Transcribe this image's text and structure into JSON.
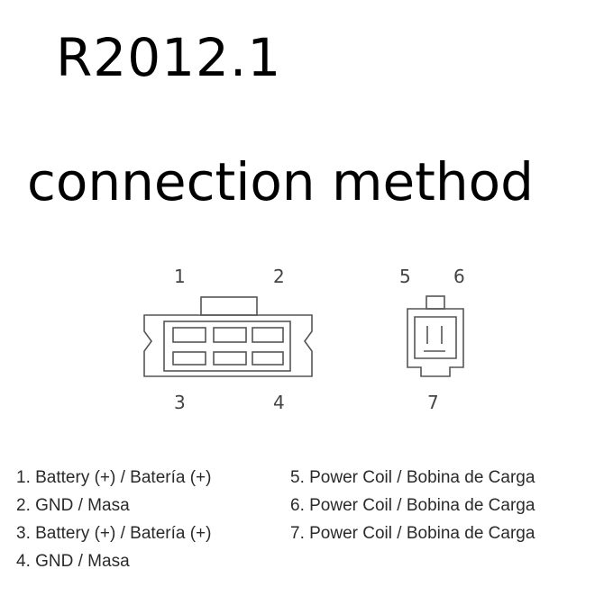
{
  "title": "R2012.1",
  "subtitle": "connection method",
  "connector_left": {
    "pins_top": [
      "1",
      "2"
    ],
    "pins_bottom": [
      "3",
      "4"
    ]
  },
  "connector_right": {
    "pins_top": [
      "5",
      "6"
    ],
    "pins_bottom": [
      "7"
    ]
  },
  "legend_left": [
    "1. Battery (+) / Batería (+)",
    "2. GND / Masa",
    "3. Battery (+) / Batería (+)",
    "4. GND / Masa"
  ],
  "legend_right": [
    "5. Power Coil / Bobina de Carga",
    "6. Power Coil / Bobina de Carga",
    "7. Power Coil / Bobina de Carga"
  ]
}
